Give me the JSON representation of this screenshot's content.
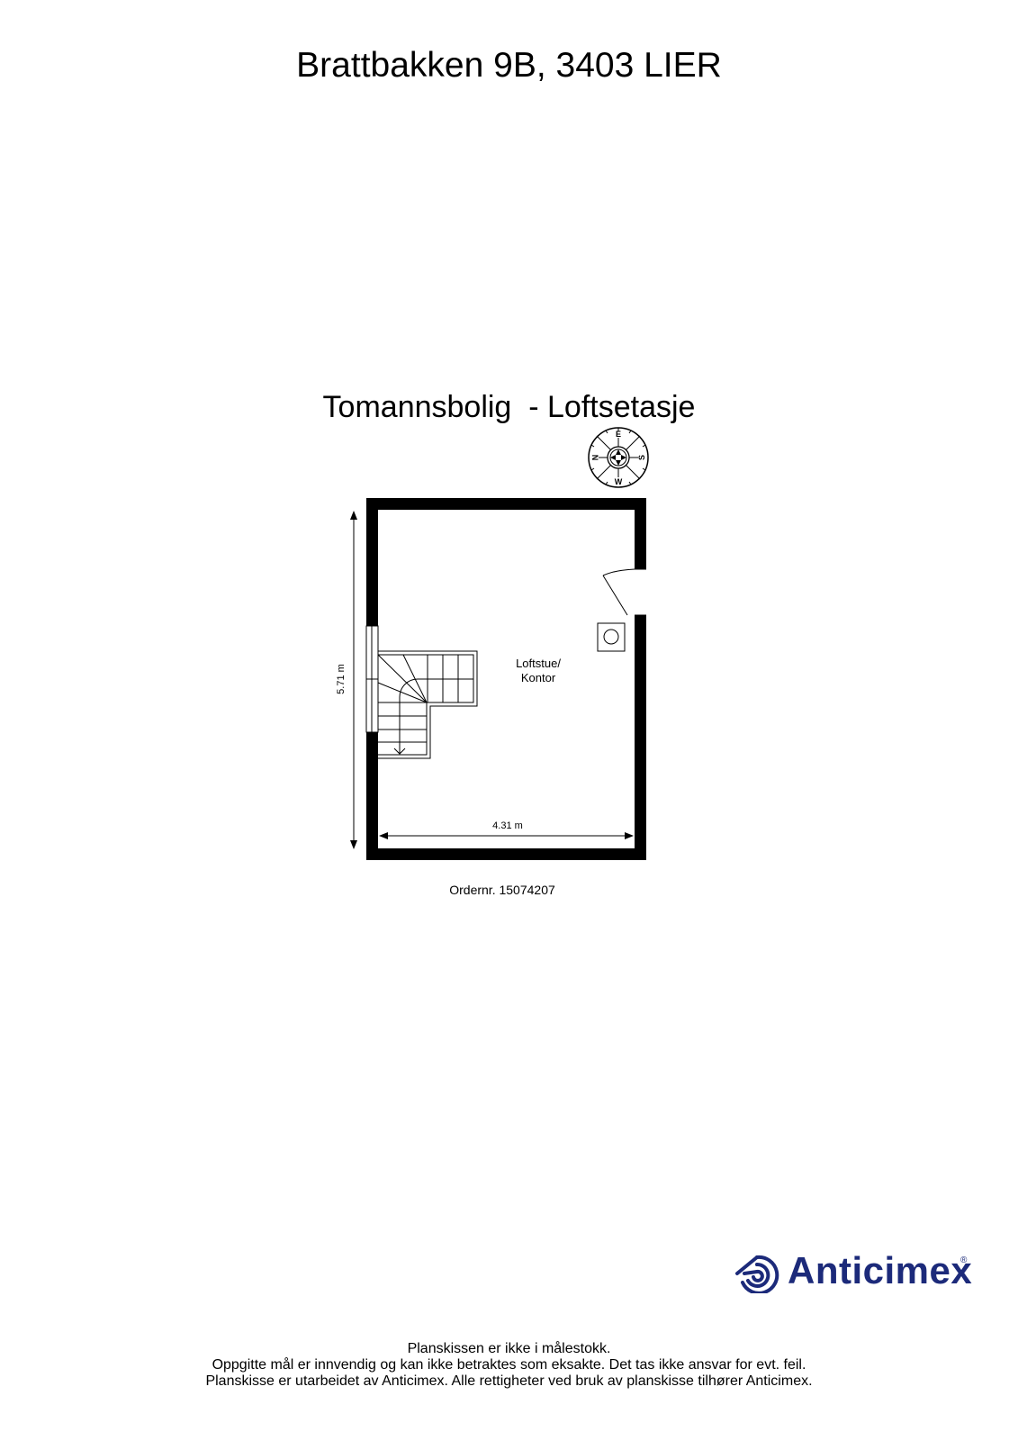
{
  "header": {
    "address": "Brattbakken 9B, 3403 LIER",
    "floor_title": "Tomannsbolig  - Loftsetasje"
  },
  "compass": {
    "labels": {
      "top": "E",
      "right": "S",
      "bottom": "W",
      "left": "N"
    }
  },
  "floorplan": {
    "rooms": [
      {
        "name_line1": "Loftstue/",
        "name_line2": "Kontor"
      }
    ],
    "dimensions": {
      "width": "4.31 m",
      "height": "5.71 m"
    },
    "colors": {
      "wall": "#000000",
      "background": "#ffffff"
    }
  },
  "order": {
    "label": "Ordernr. 15074207"
  },
  "brand": {
    "name": "Anticimex",
    "registered": "®",
    "color": "#1c2a7a"
  },
  "footer": {
    "lines": [
      "Planskissen er ikke i målestokk.",
      "Oppgitte mål er innvendig og kan ikke betraktes som eksakte. Det tas ikke ansvar for evt. feil.",
      "Planskisse er utarbeidet av Anticimex. Alle rettigheter ved bruk av planskisse tilhører Anticimex."
    ]
  }
}
